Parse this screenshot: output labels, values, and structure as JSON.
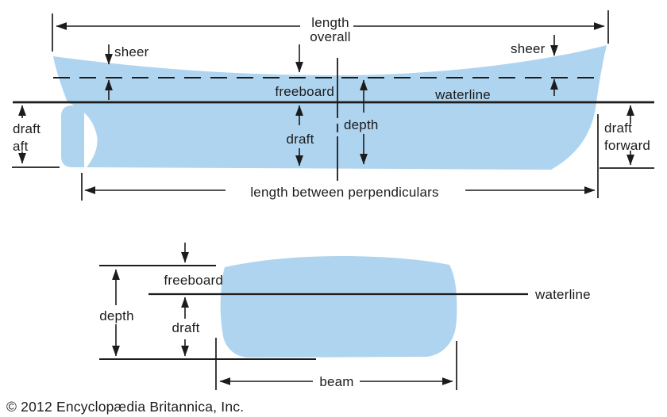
{
  "colors": {
    "hull_fill": "#aed4ef",
    "line": "#1c1c1c",
    "background": "#ffffff"
  },
  "side_view": {
    "length_overall": {
      "line1": "length",
      "line2": "overall"
    },
    "sheer_left": "sheer",
    "sheer_right": "sheer",
    "freeboard": "freeboard",
    "waterline": "waterline",
    "draft": "draft",
    "depth": "depth",
    "draft_aft": {
      "line1": "draft",
      "line2": "aft"
    },
    "draft_forward": {
      "line1": "draft",
      "line2": "forward"
    },
    "length_between_perpendiculars": "length between perpendiculars"
  },
  "cross_section_view": {
    "freeboard": "freeboard",
    "waterline": "waterline",
    "depth": "depth",
    "draft": "draft",
    "beam": "beam"
  },
  "footer": {
    "copyright": "© 2012 Encyclopædia Britannica, Inc."
  }
}
